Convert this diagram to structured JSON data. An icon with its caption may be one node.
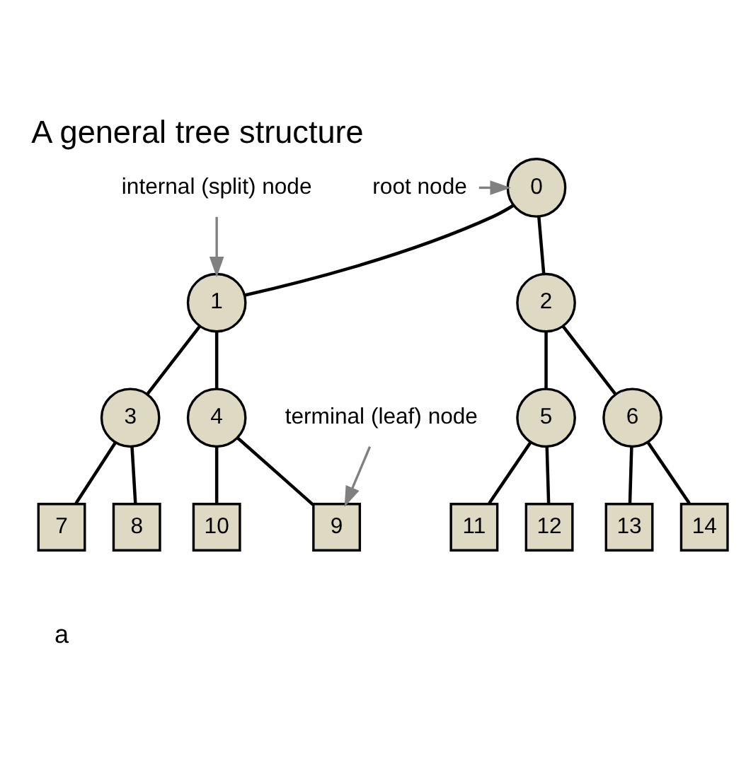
{
  "diagram": {
    "title": "A general tree structure",
    "nodes": [
      {
        "text": [
          "0"
        ]
      },
      {
        "text": [
          "1"
        ]
      },
      {
        "text": [
          "2"
        ]
      },
      {
        "text": [
          "3"
        ]
      },
      {
        "text": [
          "4"
        ]
      },
      {
        "text": [
          "5"
        ]
      },
      {
        "text": [
          "6"
        ]
      },
      {
        "text": [
          "7"
        ]
      },
      {
        "text": [
          "8"
        ]
      },
      {
        "text": [
          "9"
        ]
      },
      {
        "text": [
          "10"
        ]
      },
      {
        "text": [
          "11"
        ]
      },
      {
        "text": [
          "12"
        ]
      },
      {
        "text": [
          "13"
        ]
      },
      {
        "text": [
          "14"
        ]
      },
      {
        "text": [
          "internal (split) node"
        ]
      },
      {
        "text": [
          "root node"
        ]
      },
      {
        "text": [
          "terminal (leaf) node"
        ]
      }
    ],
    "edges": [
      {
        "from": 0,
        "to": 1,
        "arrow": "none"
      },
      {
        "from": 0,
        "to": 2,
        "arrow": "none"
      },
      {
        "from": 1,
        "to": 3,
        "arrow": "none"
      },
      {
        "from": 1,
        "to": 4,
        "arrow": "none"
      },
      {
        "from": 2,
        "to": 5,
        "arrow": "none"
      },
      {
        "from": 2,
        "to": 6,
        "arrow": "none"
      },
      {
        "from": 3,
        "to": 7,
        "arrow": "none"
      },
      {
        "from": 3,
        "to": 8,
        "arrow": "none"
      },
      {
        "from": 4,
        "to": 9,
        "arrow": "none"
      },
      {
        "from": 4,
        "to": 10,
        "arrow": "none"
      },
      {
        "from": 5,
        "to": 11,
        "arrow": "none"
      },
      {
        "from": 5,
        "to": 12,
        "arrow": "none"
      },
      {
        "from": 6,
        "to": 13,
        "arrow": "none"
      },
      {
        "from": 6,
        "to": 14,
        "arrow": "none"
      },
      {
        "from": 16,
        "to": 0,
        "arrow": "to",
        "color": "#808080"
      },
      {
        "from": 15,
        "to": 1,
        "arrow": "to",
        "color": "#808080"
      },
      {
        "from": 17,
        "to": 9,
        "arrow": "to",
        "color": "#808080"
      }
    ],
    "labels": [
      "a"
    ]
  }
}
